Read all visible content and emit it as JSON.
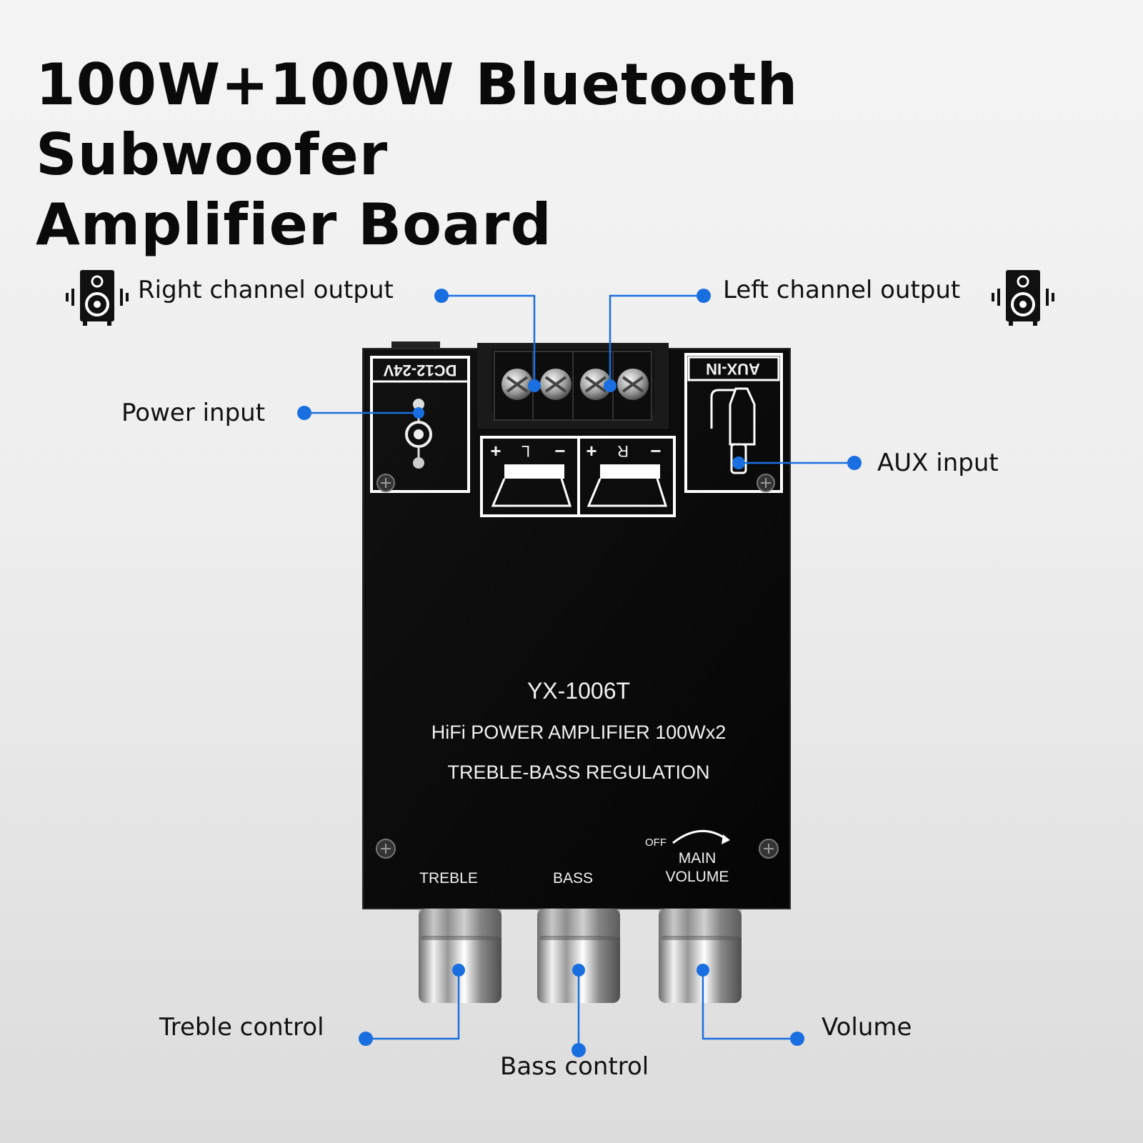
{
  "title_line1": "100W+100W Bluetooth Subwoofer",
  "title_line2": "Amplifier Board",
  "accent_color": "#1a6fe0",
  "callouts": {
    "right_channel_output": "Right channel output",
    "left_channel_output": "Left channel output",
    "power_input": "Power input",
    "aux_input": "AUX input",
    "treble_control": "Treble control",
    "bass_control": "Bass control",
    "volume": "Volume"
  },
  "board": {
    "dc_label": "DC12-24V",
    "aux_label": "AUX-IN",
    "model": "YX-1006T",
    "subtitle": "HiFi POWER AMPLIFIER 100Wx2",
    "subtitle2": "TREBLE-BASS REGULATION",
    "speaker_left": {
      "plus": "+",
      "letter": "L",
      "minus": "−"
    },
    "speaker_right": {
      "plus": "+",
      "letter": "R",
      "minus": "−"
    },
    "knob_labels": {
      "treble": "TREBLE",
      "bass": "BASS",
      "off": "OFF",
      "main": "MAIN",
      "volume": "VOLUME"
    }
  },
  "icons": [
    "speaker-icon",
    "speaker-icon"
  ]
}
